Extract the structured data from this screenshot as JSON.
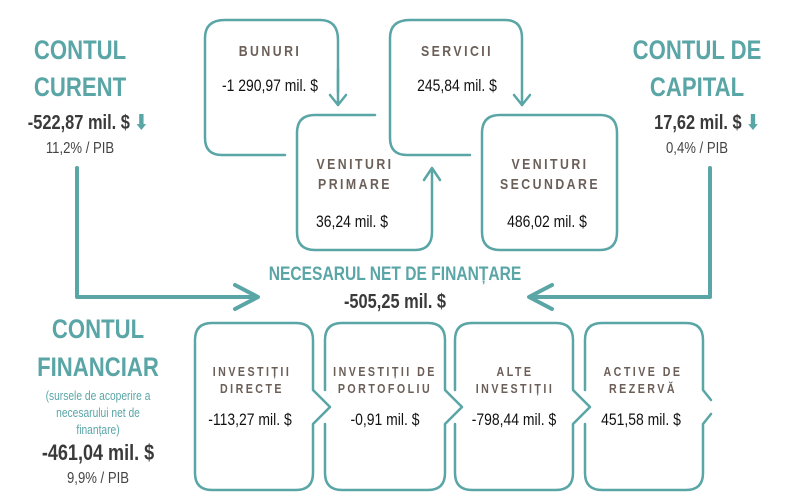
{
  "colors": {
    "accent": "#5aa5a6",
    "heading": "#6b5f58",
    "text": "#3a3a3a"
  },
  "current_account": {
    "title_line1": "CONTUL",
    "title_line2": "CURENT",
    "value": "-522,87 mil. $",
    "trend_icon": "arrow-down-icon",
    "pib": "11,2% / PIB"
  },
  "capital_account": {
    "title_line1": "CONTUL DE",
    "title_line2": "CAPITAL",
    "value": "17,62 mil. $",
    "trend_icon": "arrow-down-icon",
    "pib": "0,4% / PIB"
  },
  "financial_account": {
    "title_line1": "CONTUL",
    "title_line2": "FINANCIAR",
    "note": "(sursele de acoperire a necesarului net de finanțare)",
    "value": "-461,04 mil. $",
    "pib": "9,9% / PIB"
  },
  "net_financing": {
    "title": "NECESARUL NET DE FINANȚARE",
    "value": "-505,25 mil. $"
  },
  "current_components": [
    {
      "title_line1": "BUNURI",
      "title_line2": "",
      "value": "-1 290,97 mil. $"
    },
    {
      "title_line1": "SERVICII",
      "title_line2": "",
      "value": "245,84 mil. $"
    },
    {
      "title_line1": "VENITURI",
      "title_line2": "PRIMARE",
      "value": "36,24 mil. $"
    },
    {
      "title_line1": "VENITURI",
      "title_line2": "SECUNDARE",
      "value": "486,02 mil. $"
    }
  ],
  "financial_components": [
    {
      "title_line1": "INVESTIȚII",
      "title_line2": "DIRECTE",
      "value": "-113,27 mil. $"
    },
    {
      "title_line1": "INVESTIȚII DE",
      "title_line2": "PORTOFOLIU",
      "value": "-0,91 mil. $"
    },
    {
      "title_line1": "ALTE",
      "title_line2": "INVESTIȚII",
      "value": "-798,44 mil. $"
    },
    {
      "title_line1": "ACTIVE DE",
      "title_line2": "REZERVĂ",
      "value": "451,58 mil. $"
    }
  ]
}
